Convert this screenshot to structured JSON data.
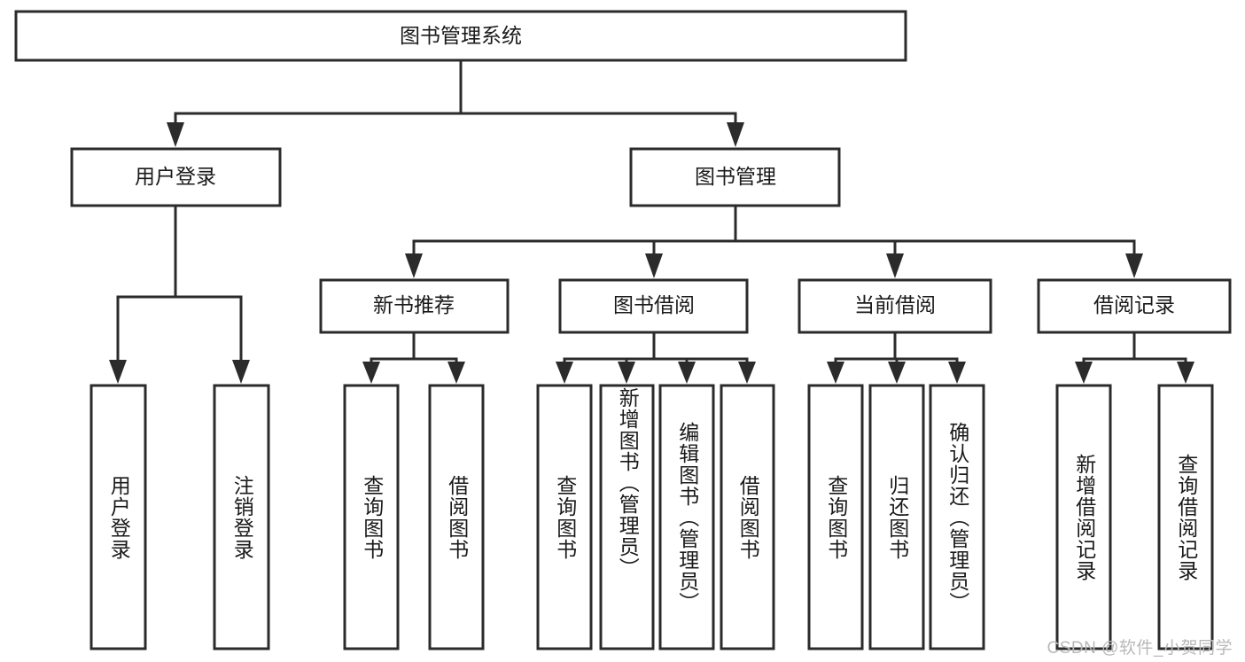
{
  "diagram": {
    "title": "图书管理系统",
    "watermark": "CSDN @软件_小贺同学",
    "levels": {
      "root": {
        "label": "图书管理系统"
      },
      "level2": [
        {
          "label": "用户登录"
        },
        {
          "label": "图书管理"
        }
      ],
      "level3": [
        {
          "label": "新书推荐"
        },
        {
          "label": "图书借阅"
        },
        {
          "label": "当前借阅"
        },
        {
          "label": "借阅记录"
        }
      ],
      "leaves": {
        "user_login": [
          {
            "label": "用户登录"
          },
          {
            "label": "注销登录"
          }
        ],
        "new_book": [
          {
            "label": "查询图书"
          },
          {
            "label": "借阅图书"
          }
        ],
        "book_borrow": [
          {
            "label": "查询图书"
          },
          {
            "label": "新增图书（管理员）"
          },
          {
            "label": "编辑图书（管理员）"
          },
          {
            "label": "借阅图书"
          }
        ],
        "current_borrow": [
          {
            "label": "查询图书"
          },
          {
            "label": "归还图书"
          },
          {
            "label": "确认归还（管理员）"
          }
        ],
        "borrow_record": [
          {
            "label": "新增借阅记录"
          },
          {
            "label": "查询借阅记录"
          }
        ]
      }
    },
    "colors": {
      "stroke": "#2b2b2b",
      "fill": "#ffffff",
      "text": "#1a1a1a",
      "watermark": "#b9b9b9"
    }
  }
}
